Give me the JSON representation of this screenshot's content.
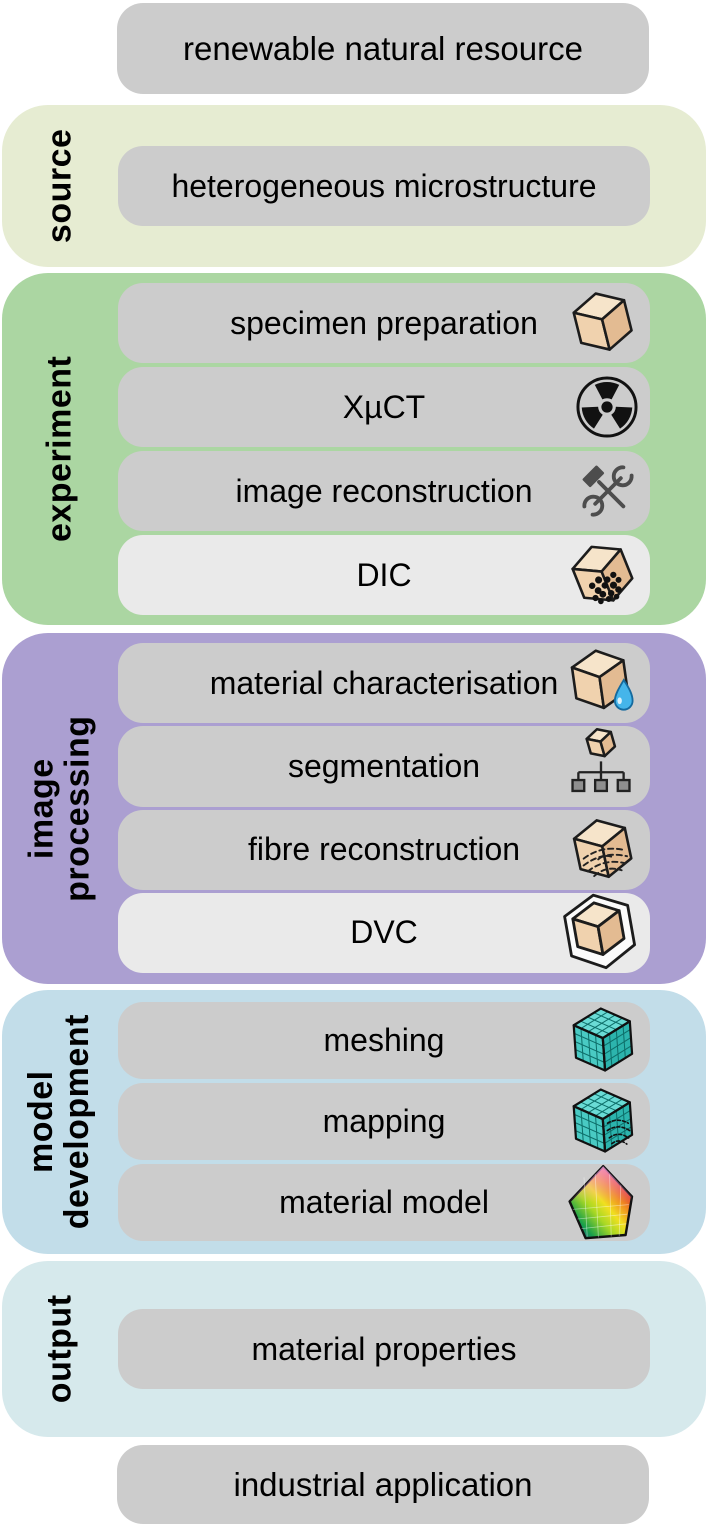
{
  "top_box": {
    "label": "renewable natural resource"
  },
  "sections": [
    {
      "label": "source",
      "items": [
        {
          "label": "heterogeneous microstructure",
          "icon": null,
          "highlighted": false
        }
      ]
    },
    {
      "label": "experiment",
      "items": [
        {
          "label": "specimen preparation",
          "icon": "wood-cube-icon",
          "highlighted": false
        },
        {
          "label": "XµCT",
          "icon": "radiation-icon",
          "highlighted": false
        },
        {
          "label": "image reconstruction",
          "icon": "tools-icon",
          "highlighted": false
        },
        {
          "label": "DIC",
          "icon": "speckled-wood-cube-icon",
          "highlighted": true
        }
      ]
    },
    {
      "label": "image\nprocessing",
      "items": [
        {
          "label": "material characterisation",
          "icon": "wood-cube-droplet-icon",
          "highlighted": false
        },
        {
          "label": "segmentation",
          "icon": "cube-hierarchy-icon",
          "highlighted": false
        },
        {
          "label": "fibre reconstruction",
          "icon": "fibre-cube-icon",
          "highlighted": false
        },
        {
          "label": "DVC",
          "icon": "double-outline-cube-icon",
          "highlighted": true
        }
      ]
    },
    {
      "label": "model\ndevelopment",
      "items": [
        {
          "label": "meshing",
          "icon": "mesh-cube-icon",
          "highlighted": false
        },
        {
          "label": "mapping",
          "icon": "mapped-mesh-cube-icon",
          "highlighted": false
        },
        {
          "label": "material model",
          "icon": "rainbow-mesh-pyramid-icon",
          "highlighted": false
        }
      ]
    },
    {
      "label": "output",
      "items": [
        {
          "label": "material properties",
          "icon": null,
          "highlighted": false
        }
      ]
    }
  ],
  "bottom_box": {
    "label": "industrial application"
  },
  "colors": {
    "source_bg": "#e6ecd2",
    "experiment_bg": "#abd6a2",
    "image_processing_bg": "#ab9fd1",
    "model_development_bg": "#c2dde9",
    "output_bg": "#d6e9ec",
    "box_bg": "#cccccc",
    "highlight_box_bg": "#eaeaea",
    "text": "#000000",
    "wood_light": "#f6e4ca",
    "wood_mid": "#f0d2ae",
    "wood_dark": "#e3bb92",
    "mesh_teal": "#49cac3",
    "droplet_blue": "#45b5ea"
  }
}
